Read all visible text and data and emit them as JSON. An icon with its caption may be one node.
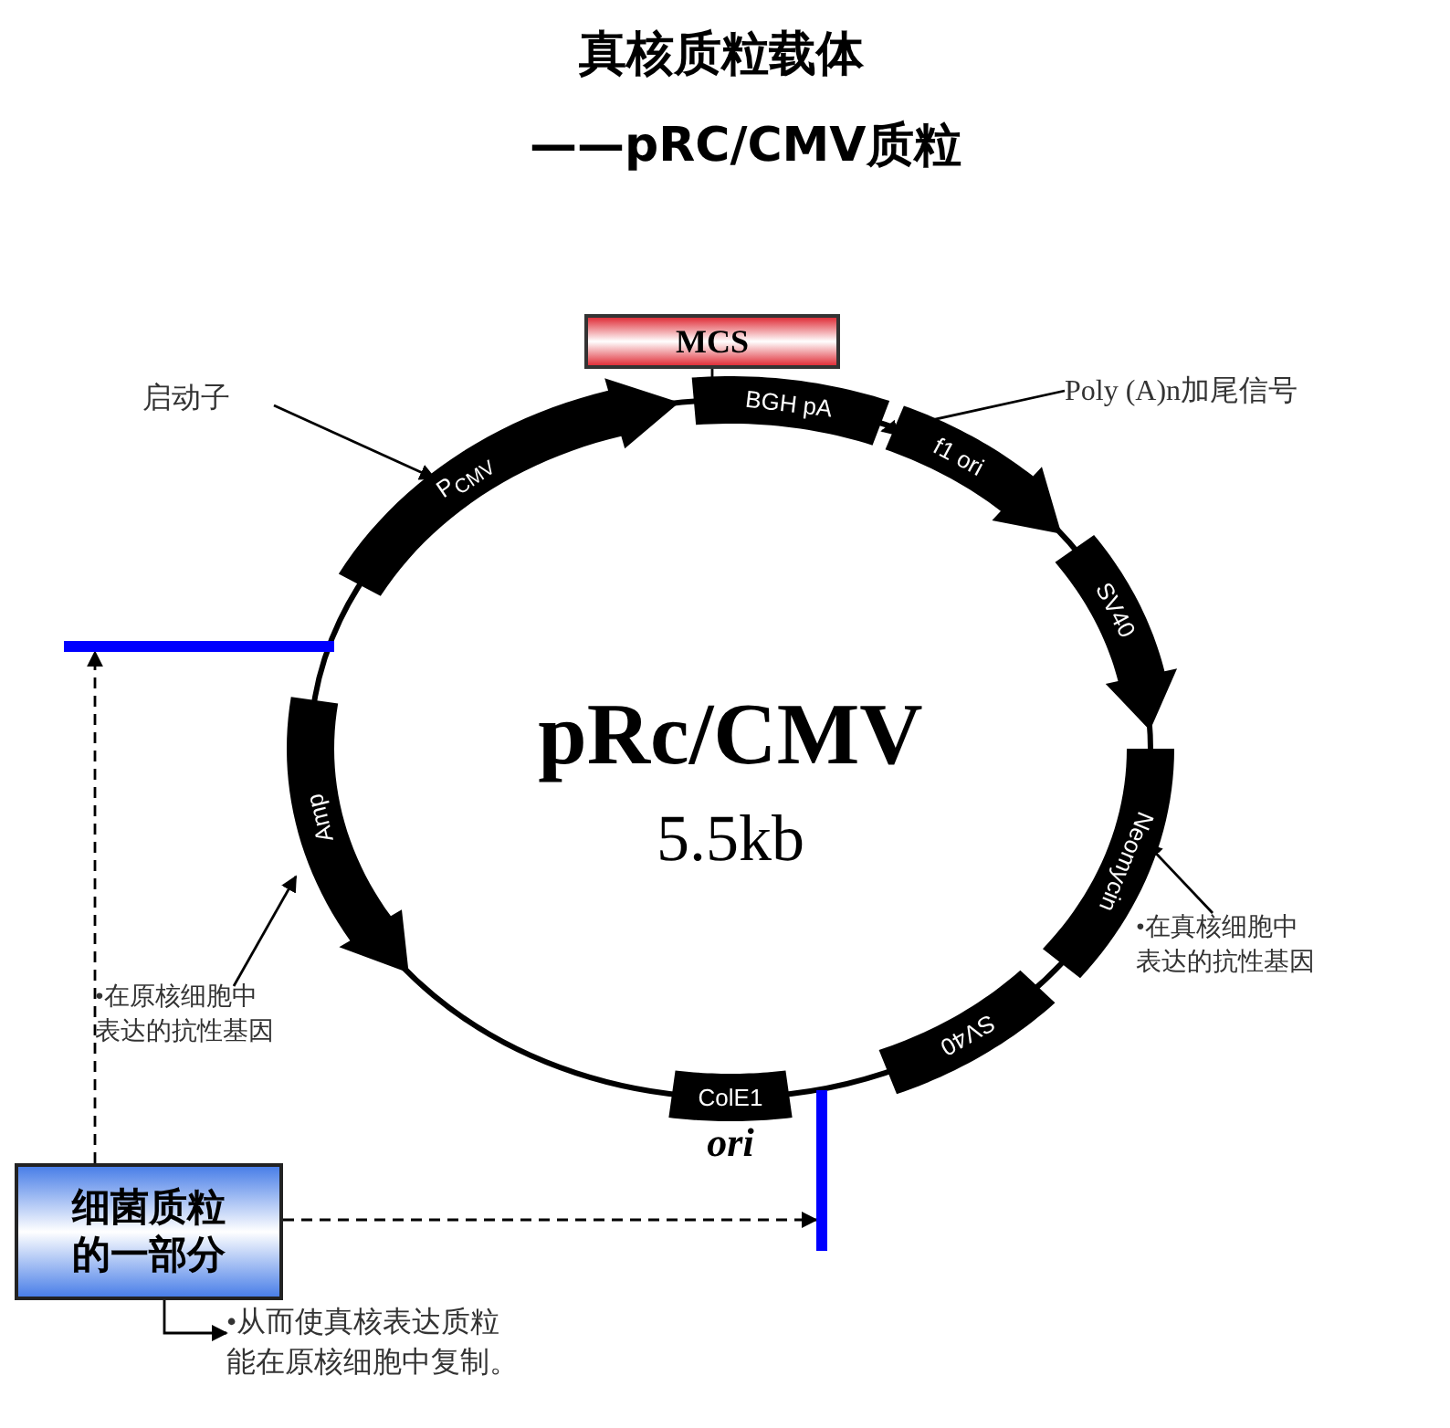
{
  "diagram": {
    "title": "真核质粒载体",
    "nodes": [
      {
        "text": [
          "MCS"
        ]
      },
      {
        "text": [
          "启动子"
        ]
      },
      {
        "text": [
          "P$_{CMV}$"
        ]
      },
      {
        "text": [
          "BGH pA"
        ]
      },
      {
        "text": [
          "f1 ori"
        ]
      },
      {
        "text": [
          "Poly (A)n加尾信号"
        ]
      },
      {
        "text": [
          "SV40"
        ]
      },
      {
        "text": [
          "Neomycin"
        ]
      },
      {
        "text": [
          "•在真核细胞中表达的抗性基因"
        ]
      },
      {
        "text": [
          "SV40"
        ]
      },
      {
        "text": [
          "ColE1"
        ],
        "beside": [
          "ori"
        ]
      },
      {
        "text": [
          "Amp"
        ]
      },
      {
        "text": [
          "•在原核细胞中表达的抗性基因"
        ]
      },
      {
        "text": [],
        "shape": "bar"
      },
      {
        "text": [],
        "shape": "bar"
      },
      {
        "text": [
          "细菌质粒的一部分"
        ]
      },
      {
        "text": [
          "•从而使真核表达质粒能在原核细胞中复制。"
        ]
      }
    ],
    "edges": [
      {
        "from": 0,
        "to": 3,
        "arrow": "none"
      },
      {
        "from": 1,
        "to": 2,
        "arrow": "to"
      },
      {
        "from": 5,
        "to": 3,
        "arrow": "to"
      },
      {
        "from": 8,
        "to": 7,
        "arrow": "to"
      },
      {
        "from": 12,
        "to": 11,
        "arrow": "to"
      },
      {
        "from": 15,
        "to": 13,
        "arrow": "to",
        "style": "dashed"
      },
      {
        "from": 15,
        "to": 14,
        "arrow": "to",
        "style": "dashed"
      },
      {
        "from": 15,
        "to": 16,
        "arrow": "to"
      }
    ],
    "labels": [
      "——pRC/CMV质粒",
      "pRc/CMV",
      "5.5kb"
    ]
  }
}
